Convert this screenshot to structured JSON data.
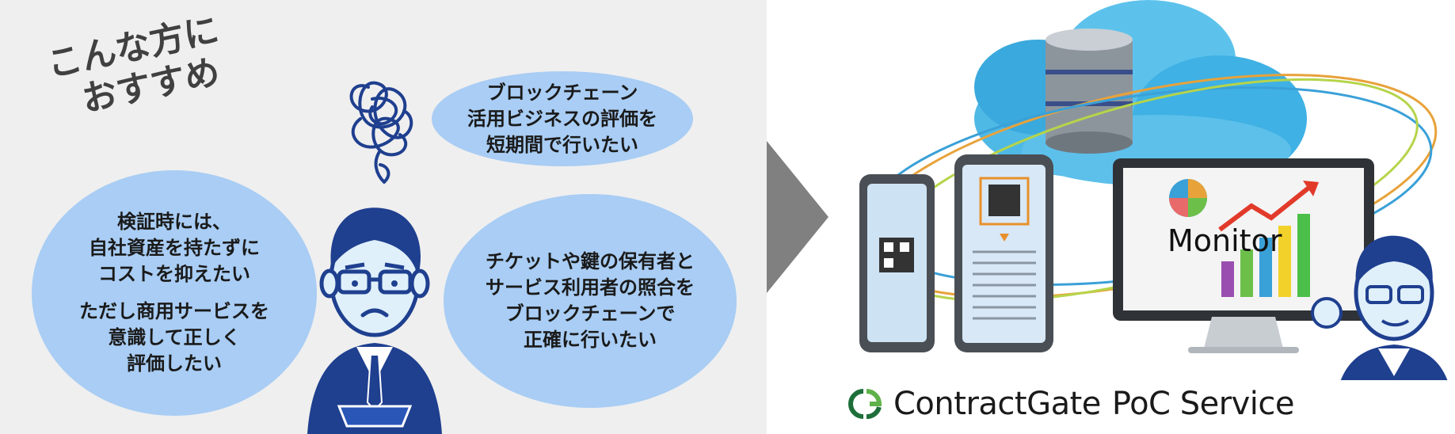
{
  "heading": {
    "line1": "こんな方に",
    "line2": "おすすめ"
  },
  "bubbles": [
    {
      "lines": [
        "ブロックチェーン",
        "活用ビジネスの評価を",
        "短期間で行いたい"
      ]
    },
    {
      "lines": [
        "検証時には、",
        "自社資産を持たずに",
        "コストを抑えたい"
      ],
      "lines2": [
        "ただし商用サービスを",
        "意識して正しく",
        "評価したい"
      ]
    },
    {
      "lines": [
        "チケットや鍵の保有者と",
        "サービス利用者の照合を",
        "ブロックチェーンで",
        "正確に行いたい"
      ]
    }
  ],
  "illustration": {
    "monitor_label": "Monitor"
  },
  "logo": {
    "brand": "ContractGate",
    "product": "PoC Service",
    "brand_color": "#1e6e3a"
  },
  "colors": {
    "bubble": "#a9cdf4",
    "panel": "#efefef",
    "person_suit": "#1f3f8f",
    "arrow": "#808080",
    "cloud": "#2aa8e0"
  }
}
